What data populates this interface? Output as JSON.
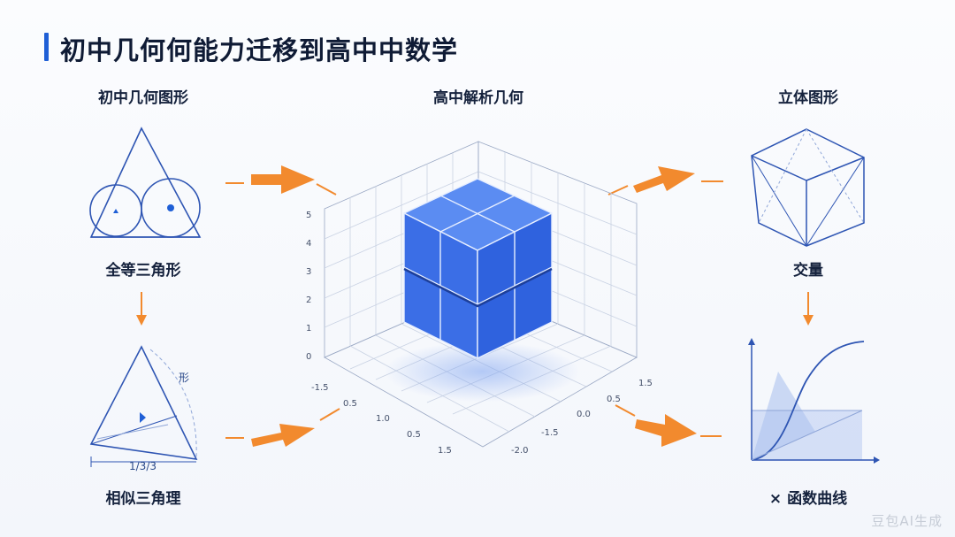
{
  "title": "初中几何何能力迁移到高中中数学",
  "columns": {
    "left_heading": "初中几何图形",
    "center_heading": "高中解析几何",
    "right_heading": "立体图形"
  },
  "left": {
    "top_caption": "全等三角形",
    "bottom_caption": "相似三角理",
    "side_mark": "形",
    "base_mark": "1/3/3"
  },
  "right": {
    "top_caption": "交量",
    "bottom_caption": "× 函数曲线"
  },
  "axes": {
    "z_ticks": [
      "0",
      "1",
      "2",
      "3",
      "4",
      "5"
    ],
    "x_ticks": [
      "-1.5",
      "0.5",
      "1.0",
      "0.5",
      "1.5"
    ],
    "y_ticks": [
      "1.5",
      "0.5",
      "0.0",
      "-1.5",
      "-2.0"
    ]
  },
  "watermark": "豆包AI生成",
  "colors": {
    "accent": "#1f5fd6",
    "cube": "#3f74ea",
    "arrow": "#f28a2e",
    "line": "#2e55b3"
  }
}
